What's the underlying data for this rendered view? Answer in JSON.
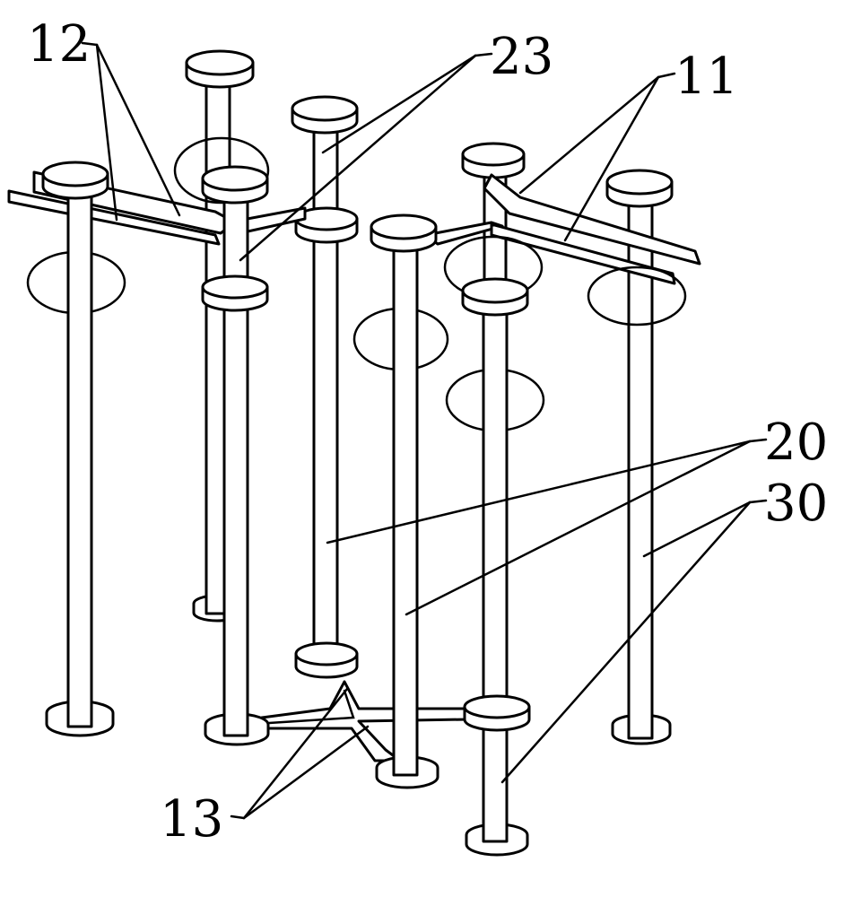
{
  "labels": {
    "ref_12": "12",
    "ref_23": "23",
    "ref_11": "11",
    "ref_20": "20",
    "ref_30": "30",
    "ref_13": "13"
  }
}
